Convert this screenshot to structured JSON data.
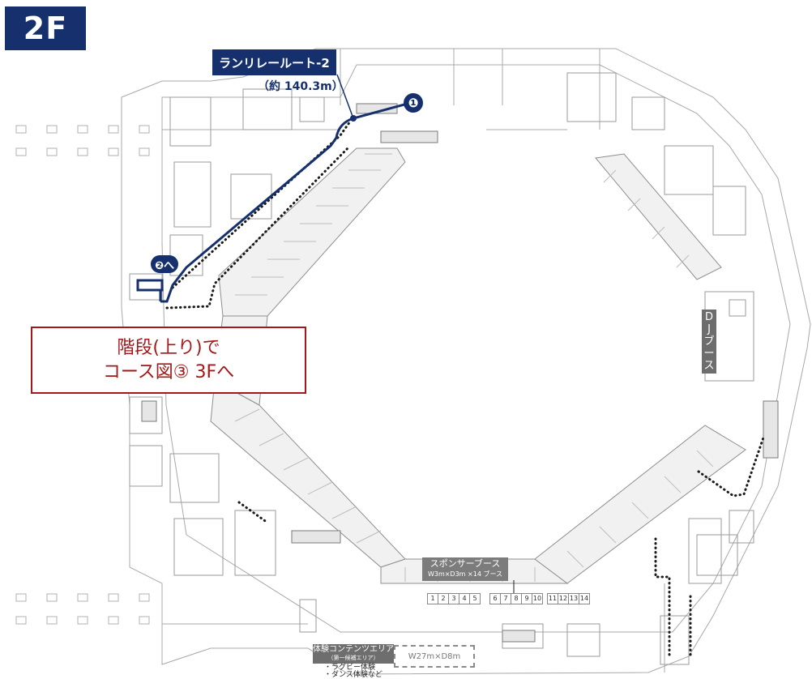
{
  "floor": "2F",
  "route": {
    "title": "ランリレールート-2",
    "distance": "（約 140.3m）"
  },
  "callout": {
    "line1": "階段(上り)で",
    "line2": "コース図③ 3Fへ"
  },
  "markers": {
    "start": "❶",
    "next": "❷へ"
  },
  "dj_booth": [
    "D",
    "J",
    "ブ",
    "ー",
    "ス"
  ],
  "sponsor": {
    "title": "スポンサーブース",
    "size": "W3m×D3m ×14 ブース"
  },
  "booth_numbers": [
    "1",
    "2",
    "3",
    "4",
    "5",
    "6",
    "7",
    "8",
    "9",
    "10",
    "11",
    "12",
    "13",
    "14"
  ],
  "experience": {
    "title": "体験コンテンツエリア",
    "sub": "（第一候補エリア）",
    "items": [
      "・ラグビー体験",
      "・ダンス体験など"
    ],
    "size": "W27m×D8m"
  },
  "colors": {
    "route": "#16306e",
    "callout": "#a4171a",
    "plan_lines": "#9a9a9a"
  }
}
